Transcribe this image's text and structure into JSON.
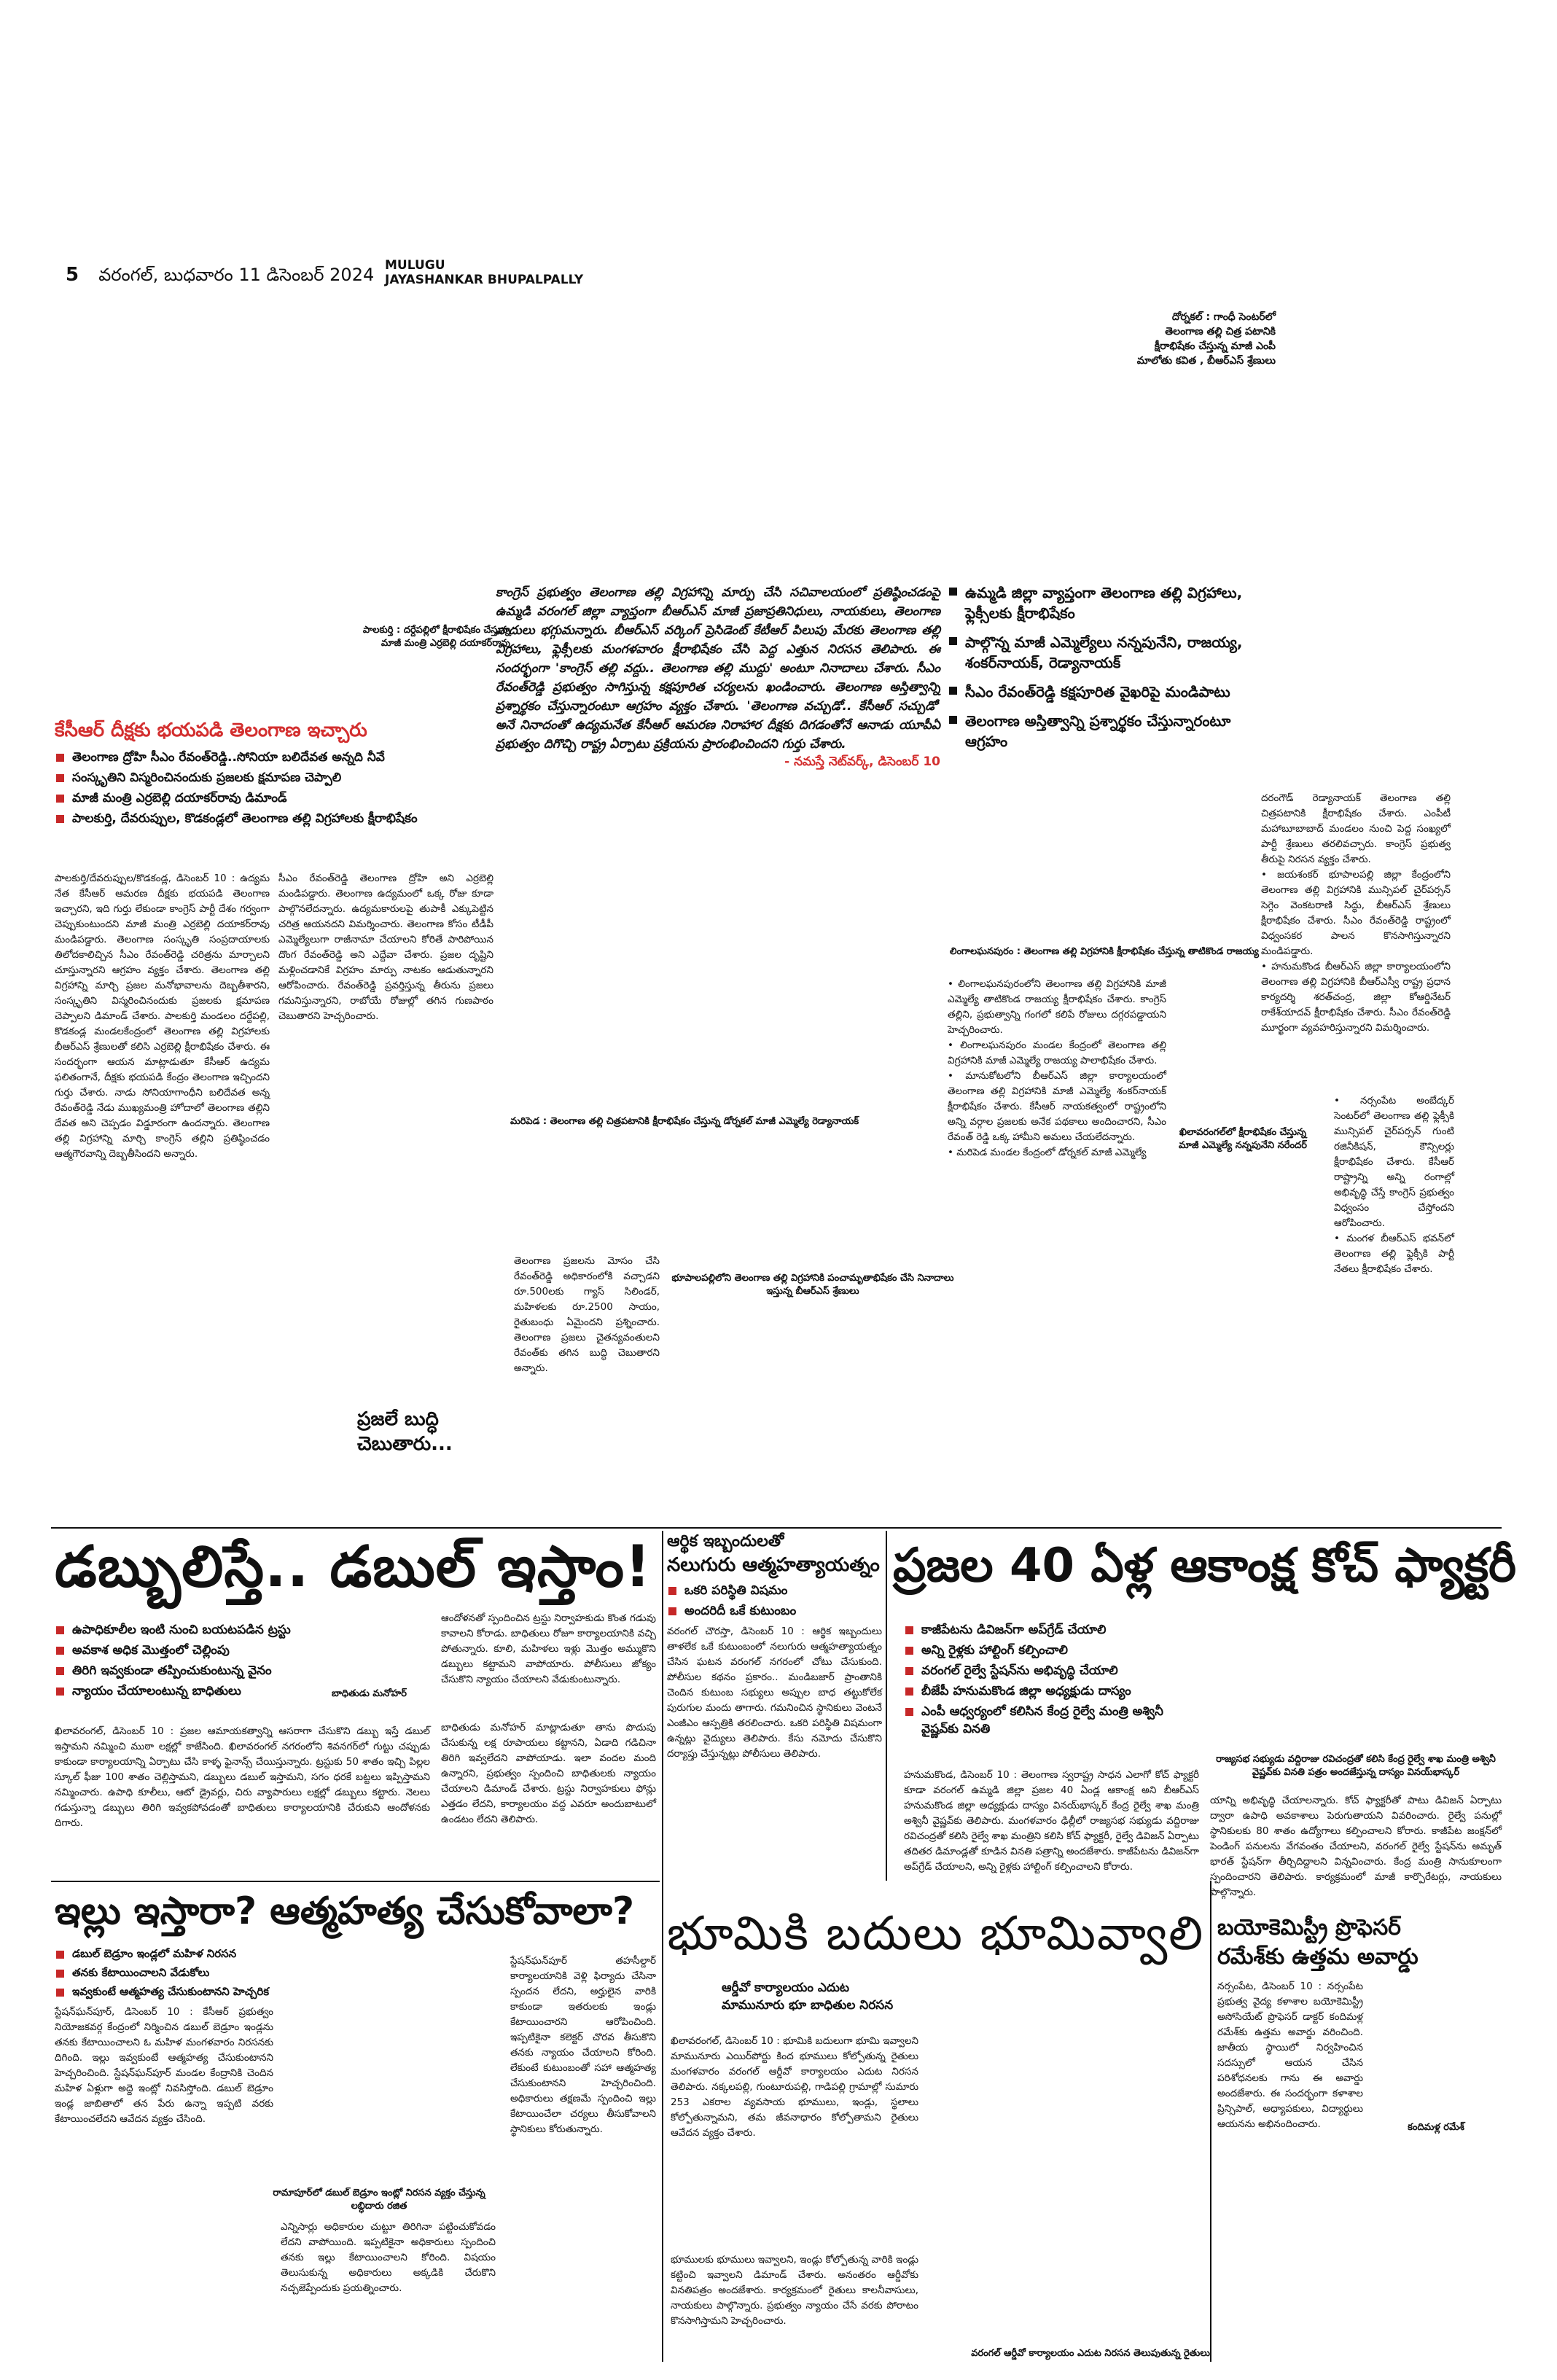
{
  "masthead": {
    "page_number": "5",
    "date_line": "వరంగల్, బుధవారం 11 డిసెంబర్ 2024",
    "district_line1": "MULUGU",
    "district_line2": "JAYASHANKAR BHUPALPALLY"
  },
  "top_photo_caption": {
    "line1": "దోర్నకల్ : గాంధీ సెంటర్‌లో",
    "line2": "తెలంగాణ తల్లి చిత్ర పటానికి",
    "line3": "క్షీరాభిషేకం చేస్తున్న మాజీ ఎంపీ",
    "line4": "మాలోతు కవిత , బీఆర్ఎస్ శ్రేణులు"
  },
  "main_quote": {
    "text": "కాంగ్రెస్ ప్రభుత్వం తెలంగాణ తల్లి విగ్రహాన్ని మార్పు చేసి సచివాలయంలో ప్రతిష్ఠించడంపై ఉమ్మడి వరంగల్ జిల్లా వ్యాప్తంగా బీఆర్ఎస్ మాజీ ప్రజాప్రతినిధులు, నాయకులు, తెలంగాణ వాదులు భగ్గుమన్నారు. బీఆర్ఎస్ వర్కింగ్ ప్రెసిడెంట్ కేటీఆర్ పిలుపు మేరకు తెలంగాణ తల్లి విగ్రహాలు, ఫ్లెక్సీలకు మంగళవారం క్షీరాభిషేకం చేసి పెద్ద ఎత్తున నిరసన తెలిపారు. ఈ సందర్భంగా 'కాంగ్రెస్ తల్లి వద్దు.. తెలంగాణ తల్లి ముద్దు' అంటూ నినాదాలు చేశారు. సీఎం రేవంత్‌రెడ్డి ప్రభుత్వం సాగిస్తున్న కక్షపూరిత చర్యలను ఖండించారు. తెలంగాణ అస్తిత్వాన్ని ప్రశ్నార్థకం చేస్తున్నారంటూ ఆగ్రహం వ్యక్తం చేశారు. 'తెలంగాణ వచ్చుడో.. కేసీఆర్ సచ్చుడో' అనే నినాదంతో ఉద్యమనేత కేసీఆర్ ఆమరణ నిరాహార దీక్షకు దిగడంతోనే ఆనాడు యూపీఏ ప్రభుత్వం దిగొచ్చి రాష్ట్ర ఏర్పాటు ప్రక్రియను ప్రారంభించిందని గుర్తు చేశారు.",
    "attribution": "- నమస్తే నెట్‌వర్క్, డిసెంబర్ 10"
  },
  "right_highlights": [
    "ఉమ్మడి జిల్లా వ్యాప్తంగా తెలంగాణ తల్లి విగ్రహాలు, ఫ్లెక్సీలకు క్షీరాభిషేకం",
    "పాల్గొన్న మాజీ ఎమ్మెల్యేలు నన్నపునేని, రాజయ్య, శంకర్‌నాయక్, రెడ్యానాయక్",
    "సీఎం రేవంత్‌రెడ్డి కక్షపూరిత వైఖరిపై మండిపాటు",
    "తెలంగాణ అస్తిత్వాన్ని ప్రశ్నార్థకం చేస్తున్నారంటూ ఆగ్రహం"
  ],
  "palakurthi_caption": {
    "line1": "పాలకుర్తి : దర్దేపల్లిలో క్షీరాభిషేకం చేస్తున్న",
    "line2": "మాజీ మంత్రి ఎర్రబెల్లి దయాకర్‌రావు"
  },
  "kcr_story": {
    "headline": "కేసీఆర్ దీక్షకు భయపడి తెలంగాణ ఇచ్చారు",
    "bullets": [
      "తెలంగాణ ద్రోహి సీఎం రేవంత్‌రెడ్డి..సోనియా బలిదేవత అన్నది నీవే",
      "సంస్కృతిని విస్మరించినందుకు ప్రజలకు క్షమాపణ చెప్పాలి",
      "మాజీ మంత్రి ఎర్రబెల్లి దయాకర్‌రావు డిమాండ్",
      "పాలకుర్తి, దేవరుప్పుల, కొడకండ్లలో తెలంగాణ తల్లి విగ్రహాలకు క్షీరాభిషేకం"
    ],
    "col1": "పాలకుర్తి/దేవరుప్పుల/కొడకండ్ల, డిసెంబర్ 10 : ఉద్యమ నేత కేసీఆర్ ఆమరణ దీక్షకు భయపడి తెలంగాణ ఇచ్చారని, ఇది గుర్తు లేకుండా కాంగ్రెస్ పార్టీ దేశం గర్వంగా చెప్పుకుంటుందని మాజీ మంత్రి ఎర్రబెల్లి దయాకర్‌రావు మండిపడ్డారు. తెలంగాణ సంస్కృతి సంప్రదాయాలకు తిలోదకాలిచ్చిన సీఎం రేవంత్‌రెడ్డి చరిత్రను మార్చాలని చూస్తున్నారని ఆగ్రహం వ్యక్తం చేశారు. తెలంగాణ తల్లి విగ్రహాన్ని మార్చి ప్రజల మనోభావాలను దెబ్బతీశారని, సంస్కృతిని విస్మరించినందుకు ప్రజలకు క్షమాపణ చెప్పాలని డిమాండ్ చేశారు. పాలకుర్తి మండలం దర్దేపల్లి, కొడకండ్ల మండలకేంద్రంలో తెలంగాణ తల్లి విగ్రహాలకు బీఆర్ఎస్ శ్రేణులతో కలిసి ఎర్రబెల్లి క్షీరాభిషేకం చేశారు. ఈ సందర్భంగా ఆయన మాట్లాడుతూ కేసీఆర్ ఉద్యమ ఫలితంగానే, దీక్షకు భయపడి కేంద్రం తెలంగాణ ఇచ్చిందని గుర్తు చేశారు. నాడు సోనియాగాంధీని బలిదేవత అన్న రేవంత్‌రెడ్డి నేడు ముఖ్యమంత్రి హోదాలో తెలంగాణ తల్లిని దేవత అని చెప్పడం విడ్డూరంగా ఉందన్నారు. తెలంగాణ తల్లి విగ్రహాన్ని మార్చి కాంగ్రెస్ తల్లిని ప్రతిష్ఠించడం ఆత్మగౌరవాన్ని దెబ్బతీసిందని అన్నారు.",
    "col2": "సీఎం రేవంత్‌రెడ్డి తెలంగాణ ద్రోహి అని ఎర్రబెల్లి మండిపడ్డారు. తెలంగాణ ఉద్యమంలో ఒక్క రోజు కూడా పాల్గొనలేదన్నారు. ఉద్యమకారులపై తుపాకీ ఎక్కుపెట్టిన చరిత్ర ఆయనదని విమర్శించారు. తెలంగాణ కోసం టీడీపీ ఎమ్మెల్యేలుగా రాజీనామా చేయాలని కోరితే పారిపోయిన దొంగ రేవంత్‌రెడ్డి అని ఎద్దేవా చేశారు. ప్రజల దృష్టిని మళ్లించడానికే విగ్రహం మార్పు నాటకం ఆడుతున్నారని ఆరోపించారు. రేవంత్‌రెడ్డి ప్రవర్తిస్తున్న తీరును ప్రజలు గమనిస్తున్నారని, రాబోయే రోజుల్లో తగిన గుణపాఠం చెబుతారని హెచ్చరించారు.",
    "side_caption": "మరిపెడ : తెలంగాణ తల్లి చిత్రపటానికి క్షీరాభిషేకం చేస్తున్న డోర్నకల్ మాజీ ఎమ్మెల్యే రెడ్యానాయక్",
    "pull_quote_label": "ప్రజలే బుద్ధి",
    "pull_quote_label2": "చెబుతారు...",
    "pull_quote_text": "తెలంగాణ ప్రజలను మోసం చేసి రేవంత్‌రెడ్డి అధికారంలోకి వచ్చాడని రూ.500లకు గ్యాస్ సిలిండర్, మహిళలకు రూ.2500 సాయం, రైతుబంధు ఏమైందని ప్రశ్నించారు. తెలంగాణ ప్రజలు చైతన్యవంతులని రేవంత్‌కు తగిన బుద్ధి చెబుతారని అన్నారు."
  },
  "right_column": {
    "col1": "దరంగౌడ్ రెడ్యానాయక్ తెలంగాణ తల్లి చిత్రపటానికి క్షీరాభిషేకం చేశారు. ఎంపీటీ మహాబూబాబాద్ మండలం నుంచి పెద్ద సంఖ్యలో పార్టీ శ్రేణులు తరలివచ్చారు. కాంగ్రెస్ ప్రభుత్వ తీరుపై నిరసన వ్యక్తం చేశారు.\n• జయశంకర్ భూపాలపల్లి జిల్లా కేంద్రంలోని తెలంగాణ తల్లి విగ్రహానికి మున్సిపల్ చైర్‌పర్సన్ సెగ్గెం వెంకటరాణి సిద్ధు, బీఆర్ఎస్ శ్రేణులు క్షీరాభిషేకం చేశారు. సీఎం రేవంత్‌రెడ్డి రాష్ట్రంలో విధ్వంసకర పాలన కొనసాగిస్తున్నారని మండిపడ్డారు.\n• హనుమకొండ బీఆర్ఎస్ జిల్లా కార్యాలయంలోని తెలంగాణ తల్లి విగ్రహానికి బీఆర్ఎస్వీ రాష్ట్ర ప్రధాన కార్యదర్శి శరత్‌చంద్ర, జిల్లా కోఆర్డినేటర్ రాకేశ్‌యాదవ్ క్షీరాభిషేకం చేశారు. సీఎం రేవంత్‌రెడ్డి మూర్ఖంగా వ్యవహరిస్తున్నారని విమర్శించారు.",
    "col2": "• నర్సంపేట అంబేద్కర్ సెంటర్‌లో తెలంగాణ తల్లి ఫ్లెక్సీకి మున్సిపల్ చైర్‌పర్సన్ గుంటి రజినీకిషన్, కౌన్సిలర్లు క్షీరాభిషేకం చేశారు. కేసీఆర్ రాష్ట్రాన్ని అన్ని రంగాల్లో అభివృద్ధి చేస్తే కాంగ్రెస్ ప్రభుత్వం విధ్వంసం చేస్తోందని ఆరోపించారు.\n• మంగళ బీఆర్ఎస్ భవన్‌లో తెలంగాణ తల్లి ఫ్లెక్సీకి పార్టీ నేతలు క్షీరాభిషేకం చేశారు.",
    "photo_caption": "లింగాలఘనపురం : తెలంగాణ తల్లి విగ్రహానికి క్షీరాభిషేకం చేస్తున్న తాటికొండ రాజయ్య",
    "bullet_text": "• లింగాలఘనపురంలోని తెలంగాణ తల్లి విగ్రహానికి మాజీ ఎమ్మెల్యే తాటికొండ రాజయ్య క్షీరాభిషేకం చేశారు. కాంగ్రెస్ తల్లిని, ప్రభుత్వాన్ని గంగలో కలిపే రోజులు దగ్గరపడ్డాయని హెచ్చరించారు.\n• లింగాలఘనపురం మండల కేంద్రంలో తెలంగాణ తల్లి విగ్రహానికి మాజీ ఎమ్మెల్యే రాజయ్య పాలాభిషేకం చేశారు.\n• మానుకోటలోని బీఆర్ఎస్ జిల్లా కార్యాలయంలో తెలంగాణ తల్లి విగ్రహానికి మాజీ ఎమ్మెల్యే శంకర్‌నాయక్ క్షీరాభిషేకం చేశారు. కేసీఆర్ నాయకత్వంలో రాష్ట్రంలోని అన్ని వర్గాల ప్రజలకు అనేక పథకాలు అందించారని, సీఎం రేవంత్ రెడ్డి ఒక్క హామీని అమలు చేయలేదన్నారు.\n• మరిపెడ మండల కేంద్రంలో డోర్నకల్ మాజీ ఎమ్మెల్యే",
    "photo2_caption": "ఖిలావరంగల్‌లో క్షీరాభిషేకం చేస్తున్న మాజీ ఎమ్మెల్యే నన్నపునేని నరేందర్",
    "bottom_caption": "భూపాలపల్లిలోని తెలంగాణ తల్లి విగ్రహానికి పంచామృతాభిషేకం చేసి నినాదాలు ఇస్తున్న బీఆర్ఎస్ శ్రేణులు"
  },
  "double_story": {
    "headline": "డబ్బులిస్తే.. డబుల్ ఇస్తాం!",
    "bullets": [
      "ఉపాధికూలీల ఇంటి నుంచి బయటపడిన ట్రస్టు",
      "అవకాశ అధిక మొత్తంలో చెల్లింపు",
      "తిరిగి ఇవ్వకుండా తప్పించుకుంటున్న వైనం",
      "న్యాయం చేయాలంటున్న బాధితులు"
    ],
    "col1": "ఖిలావరంగల్, డిసెంబర్ 10 : ప్రజల ఆమాయకత్వాన్ని ఆసరాగా చేసుకొని డబ్బు ఇస్తే డబుల్ ఇస్తామని నమ్మించి ముఠా లక్షల్లో కాజేసింది. ఖిలావరంగల్ నగరంలోని శివనగర్‌లో గుట్టు చప్పుడు కాకుండా కార్యాలయాన్ని ఏర్పాటు చేసి కాళ్ళ ఫైనాన్స్ చేయిస్తున్నారు. ట్రస్టుకు 50 శాతం ఇచ్చి పిల్లల స్కూల్ ఫీజు 100 శాతం చెల్లిస్తామని, డబ్బులు డబుల్ ఇస్తామని, సగం ధరకే బట్టలు ఇప్పిస్తామని నమ్మించారు. ఉపాధి కూలీలు, ఆటో డ్రైవర్లు, చిరు వ్యాపారులు లక్షల్లో డబ్బులు కట్టారు. నెలలు గడుస్తున్నా డబ్బులు తిరిగి ఇవ్వకపోవడంతో బాధితులు కార్యాలయానికి చేరుకుని ఆందోళనకు దిగారు.",
    "col2": "ఆందోళనతో స్పందించిన ట్రస్టు నిర్వాహకుడు కొంత గడువు కావాలని కోరాడు. బాధితులు రోజూ కార్యాలయానికి వచ్చి పోతున్నారు. కూలి, మహిళలు ఇళ్లు మొత్తం అమ్ముకొని డబ్బులు కట్టామని వాపోయారు. పోలీసులు జోక్యం చేసుకొని న్యాయం చేయాలని వేడుకుంటున్నారు.",
    "photo_caption": "బాధితుడు మనోహర్",
    "col3": "బాధితుడు మనోహర్ మాట్లాడుతూ తాను పొదుపు చేసుకున్న లక్ష రూపాయలు కట్టానని, ఏడాది గడిచినా తిరిగి ఇవ్వలేదని వాపోయాడు. ఇలా వందల మంది ఉన్నారని, ప్రభుత్వం స్పందించి బాధితులకు న్యాయం చేయాలని డిమాండ్ చేశారు. ట్రస్టు నిర్వాహకులు ఫోన్లు ఎత్తడం లేదని, కార్యాలయం వద్ద ఎవరూ అందుబాటులో ఉండటం లేదని తెలిపారు."
  },
  "debt_story": {
    "kicker": "ఆర్థిక ఇబ్బందులతో",
    "headline": "నలుగురు ఆత్మహత్యాయత్నం",
    "bullets": [
      "ఒకరి పరిస్థితి విషమం",
      "అందరిదీ ఒకే కుటుంబం"
    ],
    "body": "వరంగల్ చౌరస్తా, డిసెంబర్ 10 : ఆర్థిక ఇబ్బందులు తాళలేక ఒకే కుటుంబంలో నలుగురు ఆత్మహత్యాయత్నం చేసిన ఘటన వరంగల్ నగరంలో చోటు చేసుకుంది. పోలీసుల కథనం ప్రకారం.. మండిబజార్ ప్రాంతానికి చెందిన కుటుంబ సభ్యులు అప్పుల బాధ తట్టుకోలేక పురుగుల మందు తాగారు. గమనించిన స్థానికులు వెంటనే ఎంజీఎం ఆస్పత్రికి తరలించారు. ఒకరి పరిస్థితి విషమంగా ఉన్నట్లు వైద్యులు తెలిపారు. కేసు నమోదు చేసుకొని దర్యాప్తు చేస్తున్నట్లు పోలీసులు తెలిపారు."
  },
  "coach_story": {
    "headline": "ప్రజల 40 ఏళ్ల ఆకాంక్ష కోచ్ ఫ్యాక్టరీ",
    "bullets": [
      "కాజీపేటను డివిజన్‌గా అప్‌గ్రేడ్ చేయాలి",
      "అన్ని రైళ్లకు హాల్టింగ్ కల్పించాలి",
      "వరంగల్ రైల్వే స్టేషన్‌ను అభివృద్ధి చేయాలి",
      "బీజేపీ హనుమకొండ జిల్లా అధ్యక్షుడు దాస్యం",
      "ఎంపీ ఆధ్వర్యంలో కలిసిన కేంద్ర రైల్వే మంత్రి అశ్వినీ వైష్ణవ్‌కు వినతి"
    ],
    "photo_caption": "రాజ్యసభ సభ్యుడు వద్దిరాజు రవిచంద్రతో కలిసి కేంద్ర రైల్వే శాఖ మంత్రి అశ్వినీ వైష్ణవ్‌కు వినతి పత్రం అందజేస్తున్న దాస్యం వినయ్‌భాస్కర్",
    "col1": "హనుమకొండ, డిసెంబర్ 10 : తెలంగాణ స్వరాష్ట్ర సాధన ఎలాగో కోచ్ ఫ్యాక్టరీ కూడా వరంగల్ ఉమ్మడి జిల్లా ప్రజల 40 ఏండ్ల ఆకాంక్ష అని బీఆర్ఎస్ హనుమకొండ జిల్లా అధ్యక్షుడు దాస్యం వినయ్‌భాస్కర్ కేంద్ర రైల్వే శాఖ మంత్రి అశ్వినీ వైష్ణవ్‌కు తెలిపారు. మంగళవారం ఢిల్లీలో రాజ్యసభ సభ్యుడు వద్దిరాజు రవిచంద్రతో కలిసి రైల్వే శాఖ మంత్రిని కలిసి కోచ్ ఫ్యాక్టరీ, రైల్వే డివిజన్ ఏర్పాటు తదితర డిమాండ్లతో కూడిన వినతి పత్రాన్ని అందజేశారు. కాజీపేటను డివిజన్‌గా అప్‌గ్రేడ్ చేయాలని, అన్ని రైళ్లకు హాల్టింగ్ కల్పించాలని కోరారు.",
    "col2": "యాన్ని అభివృద్ధి చేయాలన్నారు. కోచ్ ఫ్యాక్టరీతో పాటు డివిజన్ ఏర్పాటు ద్వారా ఉపాధి అవకాశాలు పెరుగుతాయని వివరించారు. రైల్వే పనుల్లో స్థానికులకు 80 శాతం ఉద్యోగాలు కల్పించాలని కోరారు. కాజీపేట జంక్షన్‌లో పెండింగ్ పనులను వేగవంతం చేయాలని, వరంగల్ రైల్వే స్టేషన్‌ను అమృత్ భారత్ స్టేషన్‌గా తీర్చిదిద్దాలని విన్నవించారు. కేంద్ర మంత్రి సానుకూలంగా స్పందించారని తెలిపారు. కార్యక్రమంలో మాజీ కార్పొరేటర్లు, నాయకులు పాల్గొన్నారు."
  },
  "house_story": {
    "headline": "ఇల్లు ఇస్తారా? ఆత్మహత్య చేసుకోవాలా?",
    "bullets": [
      "డబుల్ బెడ్రూం ఇండ్లలో మహిళ నిరసన",
      "తనకు కేటాయించాలని వేడుకోలు",
      "ఇవ్వకుంటే ఆత్మహత్య చేసుకుంటానని హెచ్చరిక"
    ],
    "col1": "స్టేషన్‌ఘన్‌పూర్, డిసెంబర్ 10 : కేసీఆర్ ప్రభుత్వం నియోజకవర్గ కేంద్రంలో నిర్మించిన డబుల్ బెడ్రూం ఇండ్లను తనకు కేటాయించాలని ఓ మహిళ మంగళవారం నిరసనకు దిగింది. ఇల్లు ఇవ్వకుంటే ఆత్మహత్య చేసుకుంటానని హెచ్చరించింది. స్టేషన్‌ఘన్‌పూర్ మండల కేంద్రానికి చెందిన మహిళ ఏళ్లుగా అద్దె ఇంట్లో నివసిస్తోంది. డబుల్ బెడ్రూం ఇండ్ల జాబితాలో తన పేరు ఉన్నా ఇప్పటి వరకు కేటాయించలేదని ఆవేదన వ్యక్తం చేసింది.",
    "col2": "ఎన్నిసార్లు అధికారుల చుట్టూ తిరిగినా పట్టించుకోవడం లేదని వాపోయింది. ఇప్పటికైనా అధికారులు స్పందించి తనకు ఇల్లు కేటాయించాలని కోరింది. విషయం తెలుసుకున్న అధికారులు అక్కడికి చేరుకొని నచ్చజెప్పేందుకు ప్రయత్నించారు.",
    "photo_caption": "రామాపూర్‌లో డబుల్ బెడ్రూం ఇంట్లో నిరసన వ్యక్తం చేస్తున్న లబ్ధిదారు రజిత",
    "col3": "స్టేషన్‌ఘన్‌పూర్ తహసీల్దార్ కార్యాలయానికి వెళ్లి ఫిర్యాదు చేసినా స్పందన లేదని, అర్హులైన వారికి కాకుండా ఇతరులకు ఇండ్లు కేటాయించారని ఆరోపించింది. ఇప్పటికైనా కలెక్టర్ చొరవ తీసుకొని తనకు న్యాయం చేయాలని కోరింది. లేకుంటే కుటుంబంతో సహా ఆత్మహత్య చేసుకుంటానని హెచ్చరించింది. అధికారులు తక్షణమే స్పందించి ఇల్లు కేటాయించేలా చర్యలు తీసుకోవాలని స్థానికులు కోరుతున్నారు."
  },
  "land_story": {
    "headline": "భూమికి బదులు భూమివ్వాలి",
    "kicker1": "ఆర్డీవో కార్యాలయం ఎదుట",
    "kicker2": "మామునూరు భూ బాధితుల నిరసన",
    "col1": "ఖిలావరంగల్, డిసెంబర్ 10 : భూమికి బదులుగా భూమి ఇవ్వాలని మామునూరు ఎయిర్‌పోర్టు కింద భూములు కోల్పోతున్న రైతులు మంగళవారం వరంగల్ ఆర్డీవో కార్యాలయం ఎదుట నిరసన తెలిపారు. నక్కలపల్లి, గుంటూరుపల్లి, గాడిపల్లి గ్రామాల్లో సుమారు 253 ఎకరాల వ్యవసాయ భూములు, ఇండ్లు, స్థలాలు కోల్పోతున్నామని, తమ జీవనాధారం కోల్పోతామని రైతులు ఆవేదన వ్యక్తం చేశారు.",
    "col2": "భూములకు భూములు ఇవ్వాలని, ఇండ్లు కోల్పోతున్న వారికి ఇండ్లు కట్టించి ఇవ్వాలని డిమాండ్ చేశారు. అనంతరం ఆర్డీవోకు వినతిపత్రం అందజేశారు. కార్యక్రమంలో రైతులు కాలనీవాసులు, నాయకులు పాల్గొన్నారు. ప్రభుత్వం న్యాయం చేసే వరకు పోరాటం కొనసాగిస్తామని హెచ్చరించారు.",
    "photo_caption": "వరంగల్ ఆర్డీవో కార్యాలయం ఎదుట నిరసన తెలుపుతున్న రైతులు"
  },
  "award_story": {
    "headline1": "బయోకెమిస్ట్రీ ప్రొఫెసర్",
    "headline2": "రమేశ్‌కు ఉత్తమ అవార్డు",
    "photo_caption": "కందిమళ్ల రమేశ్",
    "body": "నర్సంపేట, డిసెంబర్ 10 : నర్సంపేట ప్రభుత్వ వైద్య కళాశాల బయోకెమిస్ట్రీ అసోసియేట్ ప్రొఫెసర్ డాక్టర్ కందిమళ్ల రమేశ్‌కు ఉత్తమ అవార్డు వరించింది. జాతీయ స్థాయిలో నిర్వహించిన సదస్సులో ఆయన చేసిన పరిశోధనలకు గాను ఈ అవార్డు అందజేశారు. ఈ సందర్భంగా కళాశాల ప్రిన్సిపాల్, అధ్యాపకులు, విద్యార్థులు ఆయనను అభినందించారు."
  },
  "colors": {
    "ink": "#111111",
    "red": "#d32f2f",
    "rule": "#111111"
  }
}
